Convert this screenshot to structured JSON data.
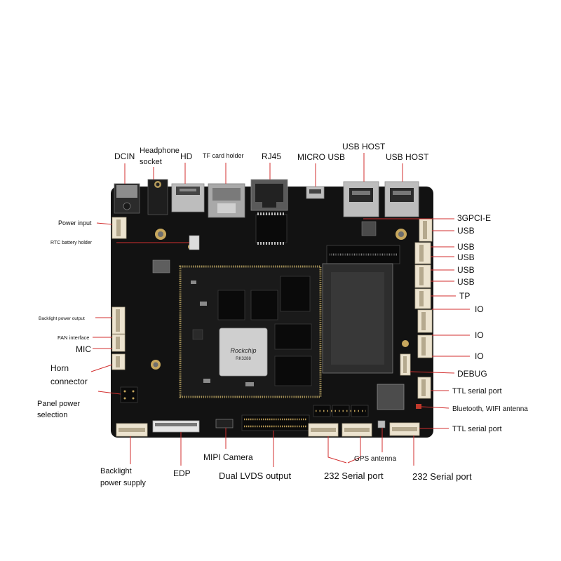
{
  "labels": {
    "top": {
      "dcin": "DCIN",
      "headphone_line1": "Headphone",
      "headphone_line2": "socket",
      "hd": "HD",
      "tf_card": "TF card holder",
      "rj45": "RJ45",
      "micro_usb": "MICRO USB",
      "usb_host_1": "USB HOST",
      "usb_host_2": "USB HOST"
    },
    "right": {
      "pcie": "3GPCI-E",
      "usb_1": "USB",
      "usb_2": "USB",
      "usb_3": "USB",
      "usb_4": "USB",
      "usb_5": "USB",
      "tp": "TP",
      "io_1": "IO",
      "io_2": "IO",
      "io_3": "IO",
      "debug": "DEBUG",
      "ttl_1": "TTL serial port",
      "bt_wifi": "Bluetooth, WIFI antenna",
      "ttl_2": "TTL serial port"
    },
    "left": {
      "power_input": "Power input",
      "rtc": "RTC battery holder",
      "backlight_output": "Backlight power output",
      "fan": "FAN interface",
      "mic": "MIC",
      "horn_line1": "Horn",
      "horn_line2": "connector",
      "panel_line1": "Panel power",
      "panel_line2": "selection"
    },
    "bottom": {
      "backlight_supply_line1": "Backlight",
      "backlight_supply_line2": "power supply",
      "edp": "EDP",
      "mipi": "MIPI Camera",
      "lvds": "Dual LVDS output",
      "gps": "GPS antenna",
      "serial_232_1": "232 Serial port",
      "serial_232_2": "232 Serial port"
    }
  },
  "chip": {
    "brand": "Rockchip",
    "model": "RK3288"
  },
  "colors": {
    "board": "#121212",
    "leader": "#d32f2f",
    "connector": "#ece3cf",
    "label": "#111111"
  }
}
